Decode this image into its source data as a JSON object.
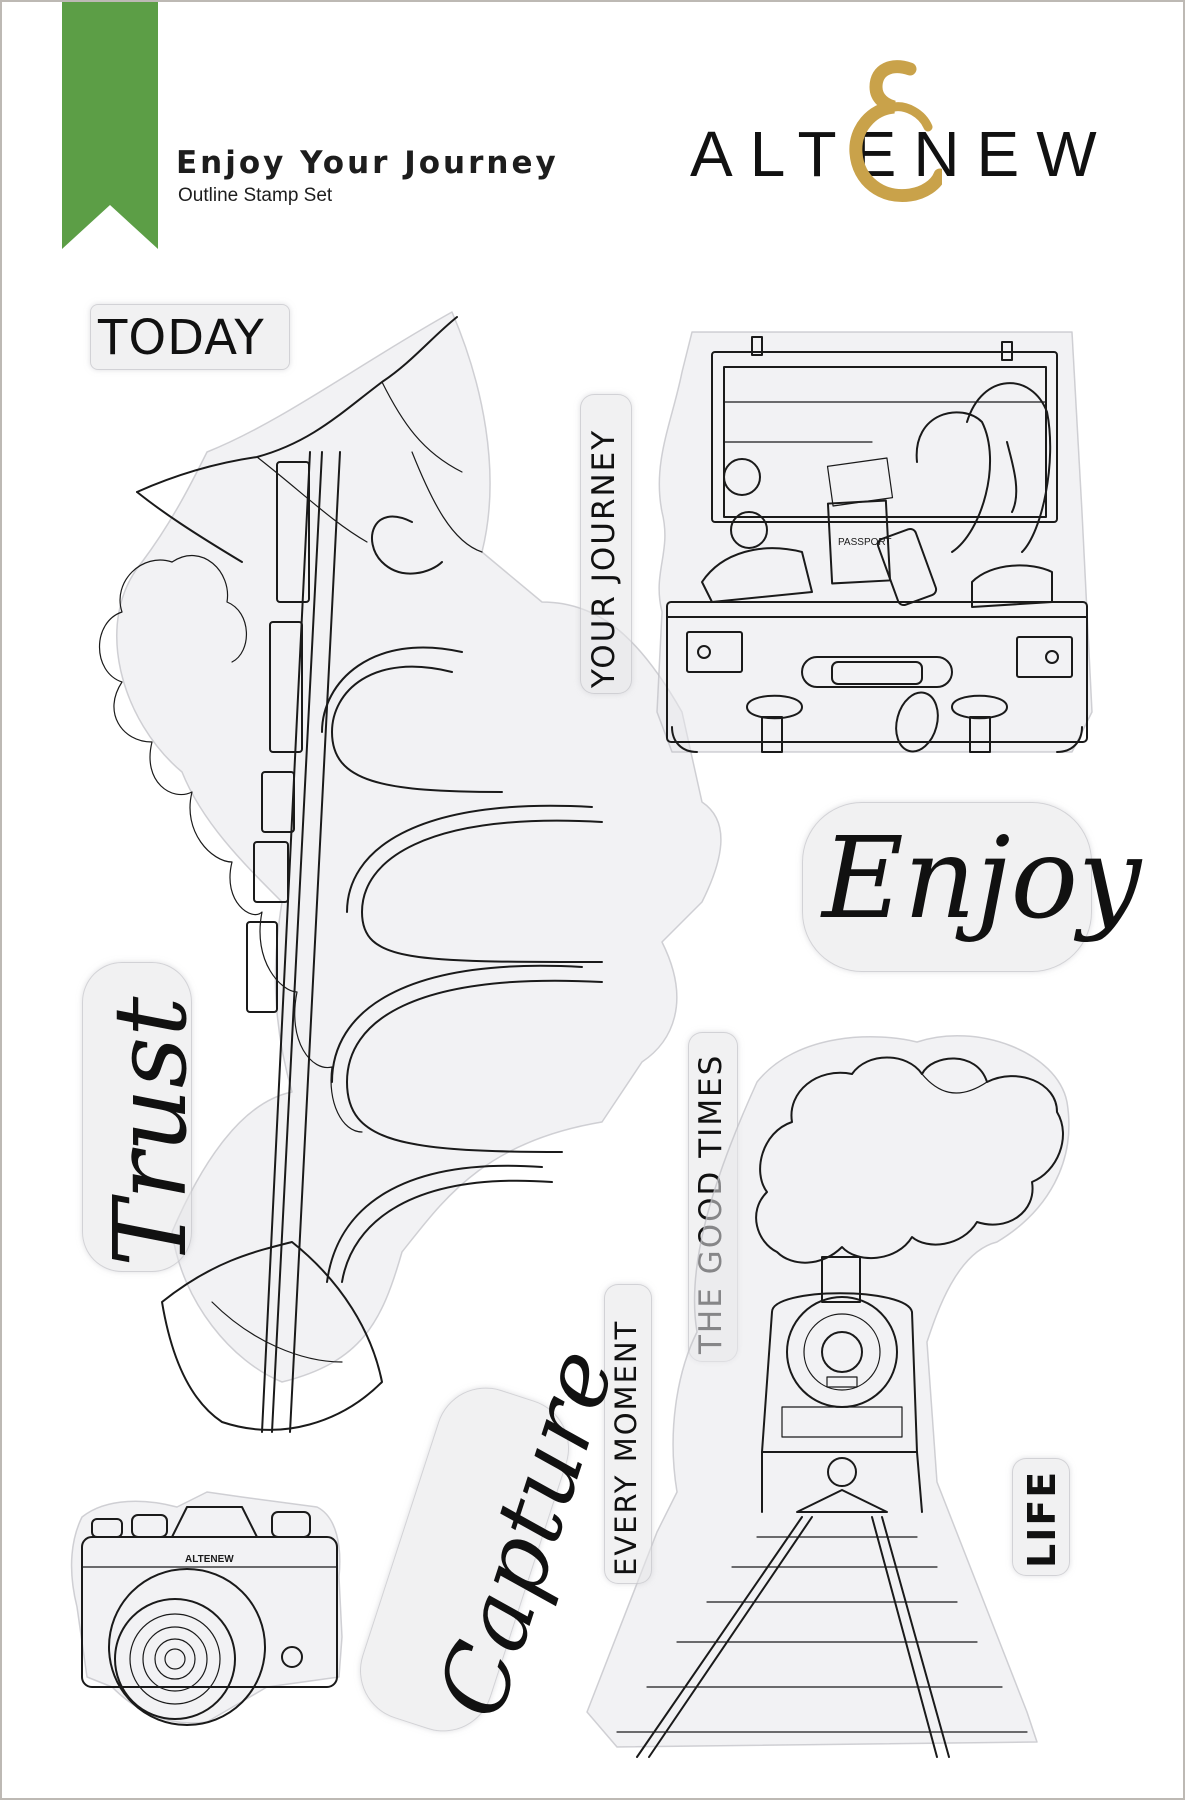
{
  "brand": {
    "name": "ALTENEW",
    "ribbon_color": "#5c9e46",
    "logo_accent_color": "#c9a24a"
  },
  "product": {
    "title": "Enjoy Your Journey",
    "subtitle": "Outline Stamp Set"
  },
  "stamps": {
    "words": {
      "today": "TODAY",
      "your_journey": "YOUR JOURNEY",
      "the_good_times": "THE GOOD TIMES",
      "every_moment": "EVERY MOMENT",
      "life": "LIFE"
    },
    "scripts": {
      "enjoy": "Enjoy",
      "trust": "Trust",
      "capture": "Capture"
    },
    "images": {
      "mountain_viaduct_train": "mountain-viaduct-train-stamp",
      "open_suitcase": "open-suitcase-stamp",
      "steam_locomotive": "steam-locomotive-tracks-stamp",
      "camera": "camera-stamp"
    },
    "labels_on_art": {
      "passport": "PASSPORT",
      "camera_brand": "ALTENEW"
    }
  }
}
